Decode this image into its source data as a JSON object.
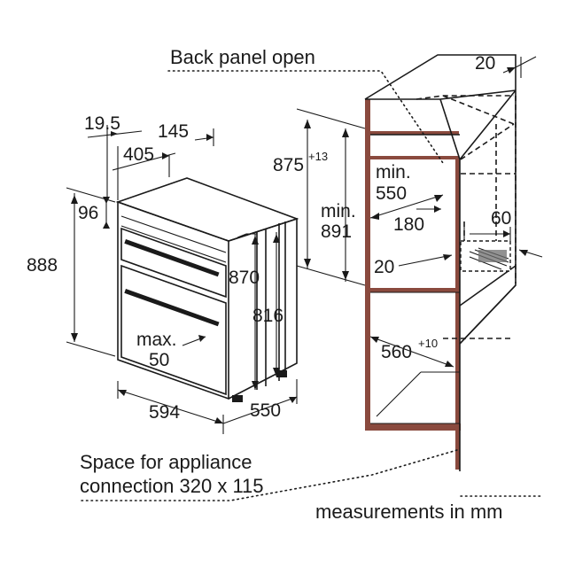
{
  "annotations": {
    "back_panel": "Back panel open",
    "space_line1": "Space for appliance",
    "space_line2": "connection 320 x 115",
    "units": "measurements in mm"
  },
  "oven": {
    "dim_19_5": "19.5",
    "dim_145": "145",
    "dim_405": "405",
    "dim_96": "96",
    "dim_888": "888",
    "dim_870": "870",
    "dim_816": "816",
    "dim_max": "max.",
    "dim_50": "50",
    "dim_594": "594",
    "dim_550": "550"
  },
  "cabinet": {
    "dim_20_top": "20",
    "dim_875": "875",
    "dim_875_tol": "+13",
    "dim_min_891_a": "min.",
    "dim_min_891_b": "891",
    "dim_min_550_a": "min.",
    "dim_min_550_b": "550",
    "dim_180": "180",
    "dim_60": "60",
    "dim_20_mid": "20",
    "dim_560": "560",
    "dim_560_tol": "+10"
  },
  "colors": {
    "line": "#1a1a1a",
    "wall": "#8a4a3e",
    "background": "#ffffff"
  }
}
